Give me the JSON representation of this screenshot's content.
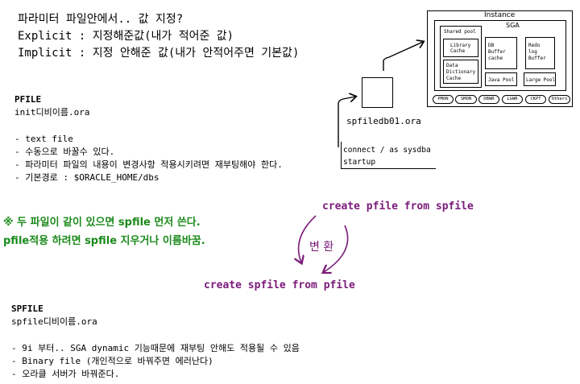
{
  "header": {
    "line1": "파라미터 파일안에서.. 값 지정?",
    "line2": "Explicit : 지정해준값(내가 적어준 값)",
    "line3": "Implicit : 지정 안해준 값(내가 안적어주면 기본값)"
  },
  "pfile": {
    "title": "PFILE",
    "name": "init디비이름.ora",
    "bullets": [
      "- text file",
      "- 수동으로 바꿀수 있다.",
      "- 파라미터 파일의 내용이 변경사항 적용시키려면 재부팅해야 한다.",
      "- 기본경로 : $ORACLE_HOME/dbs"
    ]
  },
  "note": {
    "line1": "※ 두 파일이 같이 있으면 spfile 먼저 쓴다.",
    "line2": "pfile적용 하려면 spfile 지우거나 이름바꿈."
  },
  "conversion": {
    "top": "create pfile from spfile",
    "bottom": "create spfile from pfile",
    "label": "변 환"
  },
  "spfile": {
    "title": "SPFILE",
    "name": "spfile디비이름.ora",
    "bullets": [
      "- 9i 부터.. SGA dynamic 기능때문에 재부팅 안해도 적용될 수 있음",
      "- Binary file (개인적으로 바꿔주면 에러난다)",
      "- 오라클 서버가 바꿔준다."
    ]
  },
  "file_box": {
    "label": "spfiledb01.ora"
  },
  "startup_box": {
    "line1": "connect / as sysdba",
    "line2": "startup"
  },
  "instance": {
    "title": "Instance",
    "sga": "SGA",
    "shared_pool": "Shared pool",
    "library_cache": [
      "Library",
      "Cache"
    ],
    "data_dictionary_cache": [
      "Data",
      "Dictionary",
      "Cache"
    ],
    "db_buffer_cache": [
      "DB",
      "Buffer",
      "cache"
    ],
    "redo_log_buffer": [
      "Redo",
      "log",
      "Buffer"
    ],
    "java_pool": "Java Pool",
    "large_pool": "Large Pool",
    "processes": [
      "PMON",
      "SMON",
      "DBWR",
      "LGWR",
      "CKPT",
      "Others"
    ]
  },
  "colors": {
    "note_green": "#1b8a1b",
    "conversion_purple": "#7a1a7a"
  }
}
